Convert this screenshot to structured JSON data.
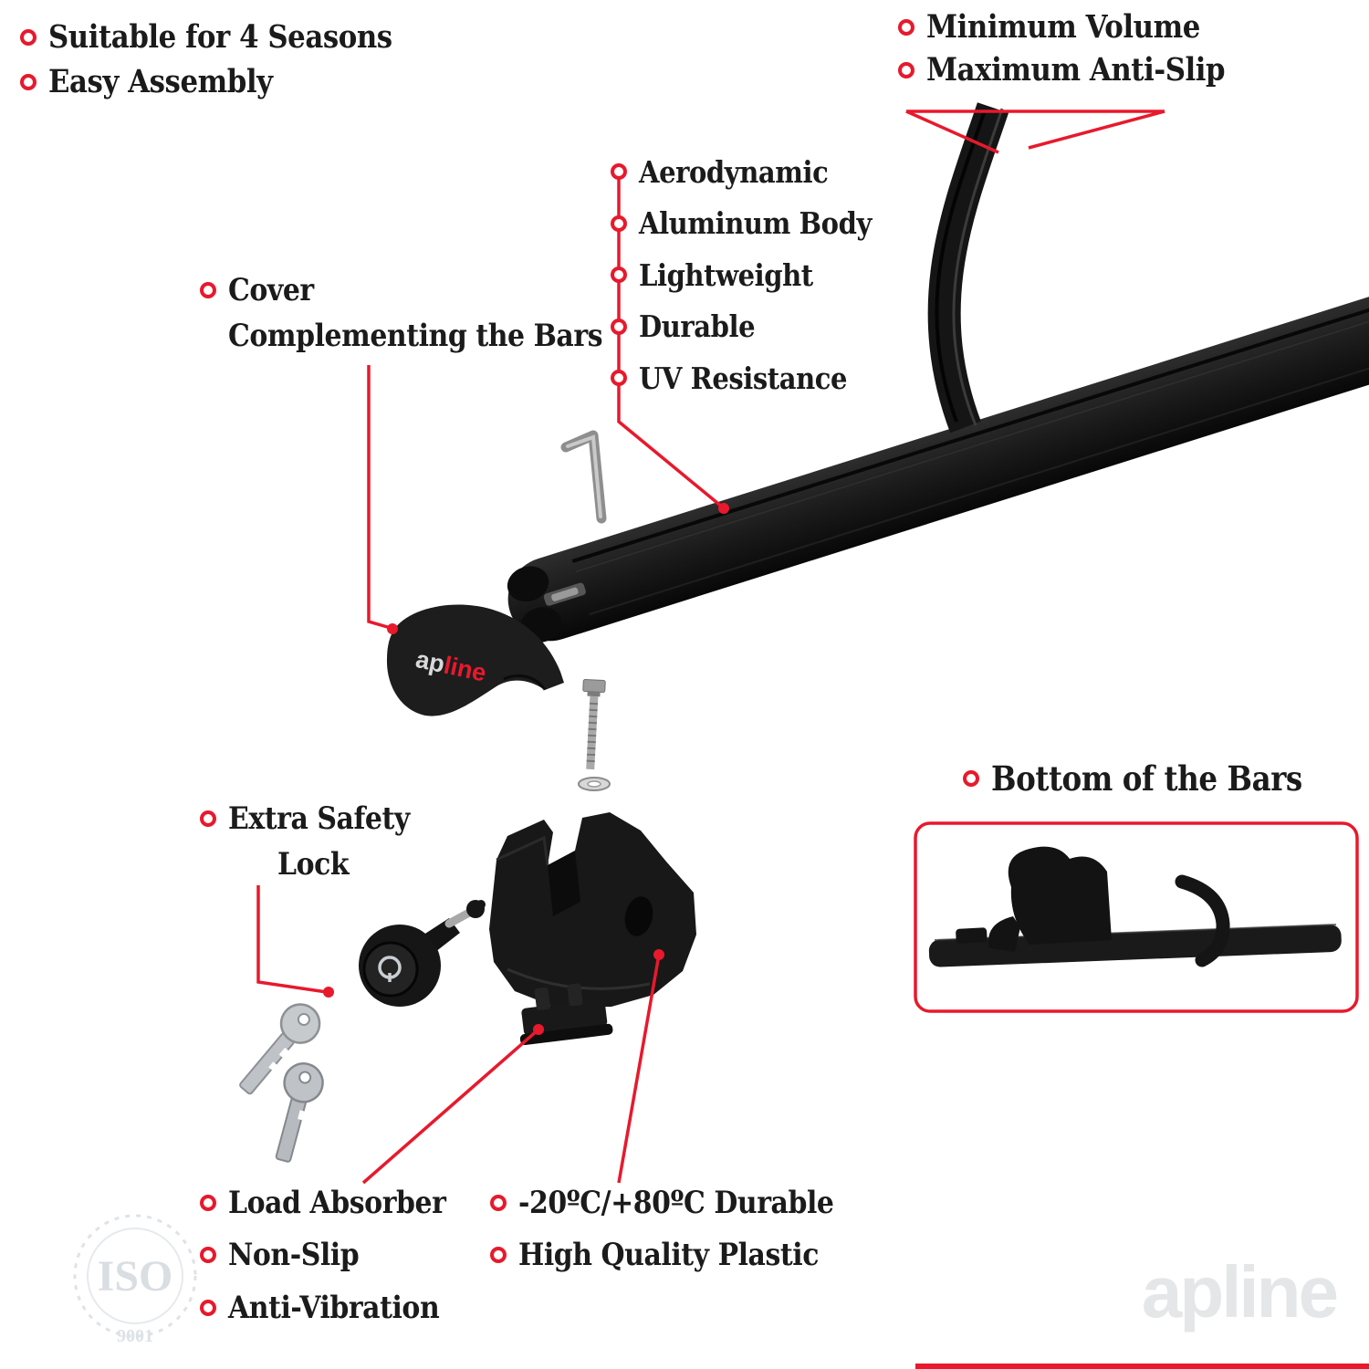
{
  "colors": {
    "accent": "#e8192c",
    "ink": "#1b1b1b",
    "product": "#1b1b1b",
    "watermark": "#e4e6e8"
  },
  "features": {
    "top_left": [
      "Suitable for 4 Seasons",
      "Easy Assembly"
    ],
    "top_right": [
      "Minimum Volume",
      "Maximum Anti-Slip"
    ],
    "bar": [
      "Aerodynamic",
      "Aluminum Body",
      "Lightweight",
      "Durable",
      "UV Resistance"
    ],
    "cover": {
      "line1": "Cover",
      "line2": "Complementing the Bars"
    },
    "lock": {
      "line1": "Extra Safety",
      "line2": "Lock"
    },
    "bottom_of_bars": "Bottom of the Bars",
    "bottom_left": [
      "Load Absorber",
      "Non-Slip",
      "Anti-Vibration"
    ],
    "bottom_mid": [
      "-20ºC/+80ºC Durable",
      "High Quality Plastic"
    ]
  },
  "branding": {
    "cover_logo_ap": "ap",
    "cover_logo_line": "line",
    "watermark": "apline",
    "iso_label": "ISO",
    "iso_number": "9001"
  }
}
